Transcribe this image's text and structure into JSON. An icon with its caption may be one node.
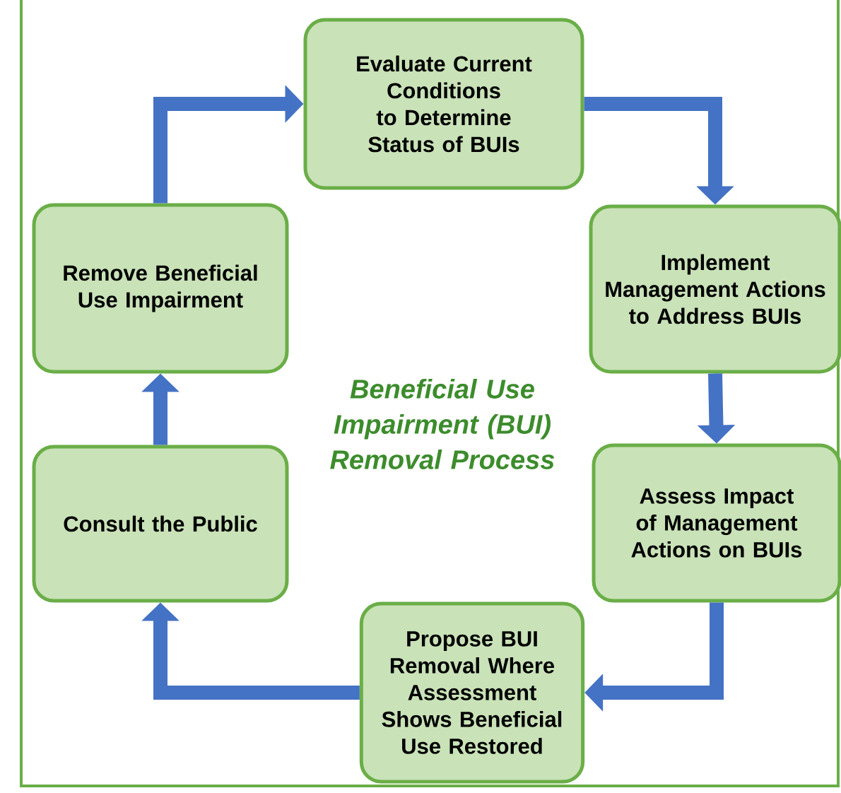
{
  "diagram": {
    "title": "Beneficial Use Impairment (BUI) Removal Process",
    "nodes": [
      {
        "text": [
          "Evaluate Current Conditions to Determine Status of BUIs"
        ]
      },
      {
        "text": [
          "Implement Management Actions to Address BUIs"
        ]
      },
      {
        "text": [
          "Assess Impact of Management Actions on BUIs"
        ]
      },
      {
        "text": [
          "Propose BUI Removal Where Assessment Shows Beneficial Use Restored"
        ]
      },
      {
        "text": [
          "Consult the Public"
        ]
      },
      {
        "text": [
          "Remove Beneficial Use Impairment"
        ]
      }
    ],
    "edges": [
      {
        "from": 5,
        "to": 0,
        "arrow": "to"
      },
      {
        "from": 0,
        "to": 1,
        "arrow": "to"
      },
      {
        "from": 1,
        "to": 2,
        "arrow": "to"
      },
      {
        "from": 2,
        "to": 3,
        "arrow": "to"
      },
      {
        "from": 3,
        "to": 4,
        "arrow": "to"
      },
      {
        "from": 4,
        "to": 5,
        "arrow": "to"
      }
    ]
  }
}
